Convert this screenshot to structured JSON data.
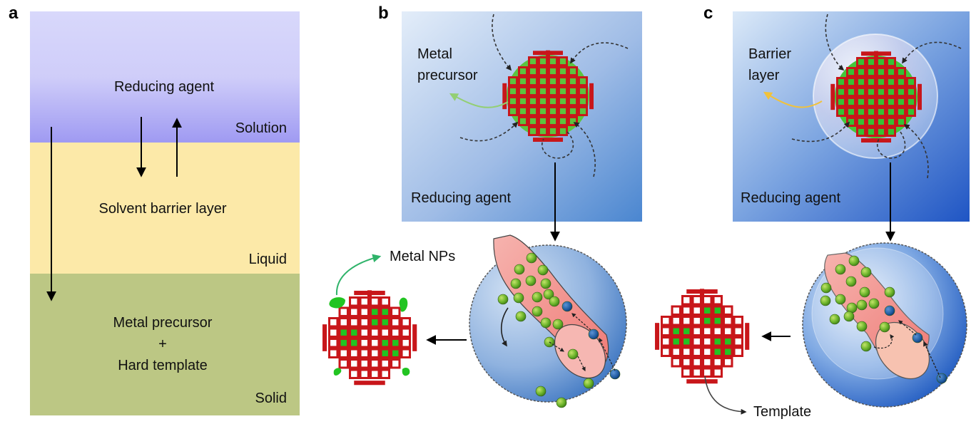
{
  "panels": {
    "a": {
      "letter": "a",
      "layers": [
        {
          "phase": "Solution",
          "content": "Reducing agent",
          "color_top": "#d8d8fb",
          "color_bottom": "#9f9af2"
        },
        {
          "phase": "Liquid",
          "content": "Solvent barrier layer",
          "color": "#fce9a8"
        },
        {
          "phase": "Solid",
          "content_lines": [
            "Metal precursor",
            "+",
            "Hard template"
          ],
          "color": "#bcc784"
        }
      ]
    },
    "b": {
      "letter": "b",
      "label_precursor_lines": [
        "Metal",
        "precursor"
      ],
      "label_reducing": "Reducing agent",
      "label_products": "Metal NPs"
    },
    "c": {
      "letter": "c",
      "label_barrier_lines": [
        "Barrier",
        "layer"
      ],
      "label_reducing": "Reducing agent",
      "label_template": "Template"
    }
  },
  "colors": {
    "template_red": "#c8161a",
    "particle_green": "#3ec43e",
    "nanoparticle_green": "#6cb52a",
    "precursor_blue": "#1f5aa0",
    "box_blue_light": "#dde8f6",
    "box_blue_dark": "#4f88d2"
  }
}
